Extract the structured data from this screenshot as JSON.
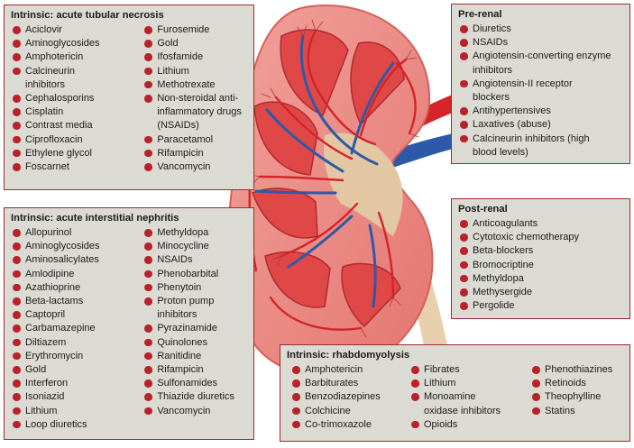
{
  "boxes": {
    "atn": {
      "title": "Intrinsic: acute tubular necrosis",
      "columns": [
        [
          "Aciclovir",
          "Aminoglycosides",
          "Amphotericin",
          "Calcineurin\ninhibitors",
          "Cephalosporins",
          "Cisplatin",
          "Contrast media",
          "Ciprofloxacin",
          "Ethylene glycol",
          "Foscarnet"
        ],
        [
          "Furosemide",
          "Gold",
          "Ifosfamide",
          "Lithium",
          "Methotrexate",
          "Non-steroidal anti-\ninflammatory drugs\n(NSAIDs)",
          "Paracetamol",
          "Rifampicin",
          "Vancomycin"
        ]
      ]
    },
    "ain": {
      "title": "Intrinsic: acute interstitial nephritis",
      "columns": [
        [
          "Allopurinol",
          "Aminoglycosides",
          "Aminosalicylates",
          "Amlodipine",
          "Azathioprine",
          "Beta-lactams",
          "Captopril",
          "Carbamazepine",
          "Diltiazem",
          "Erythromycin",
          "Gold",
          "Interferon",
          "Isoniazid",
          "Lithium",
          "Loop diuretics"
        ],
        [
          "Methyldopa",
          "Minocycline",
          "NSAIDs",
          "Phenobarbital",
          "Phenytoin",
          "Proton pump\ninhibitors",
          "Pyrazinamide",
          "Quinolones",
          "Ranitidine",
          "Rifampicin",
          "Sulfonamides",
          "Thiazide diuretics",
          "Vancomycin"
        ]
      ]
    },
    "prerenal": {
      "title": "Pre-renal",
      "columns": [
        [
          "Diuretics",
          "NSAIDs",
          "Angiotensin-converting enzyme\ninhibitors",
          "Angiotensin-II receptor\nblockers",
          "Antihypertensives",
          "Laxatives (abuse)",
          "Calcineurin inhibitors (high\nblood levels)"
        ]
      ]
    },
    "postrenal": {
      "title": "Post-renal",
      "columns": [
        [
          "Anticoagulants",
          "Cytotoxic chemotherapy",
          "Beta-blockers",
          "Bromocriptine",
          "Methyldopa",
          "Methysergide",
          "Pergolide"
        ]
      ]
    },
    "rhabdo": {
      "title": "Intrinsic: rhabdomyolysis",
      "columns": [
        [
          "Amphotericin",
          "Barbiturates",
          "Benzodiazepines",
          "Colchicine",
          "Co-trimoxazole"
        ],
        [
          "Fibrates",
          "Lithium",
          "Monoamine\noxidase inhibitors",
          "Opioids"
        ],
        [
          "Phenothiazines",
          "Retinoids",
          "Theophylline",
          "Statins"
        ]
      ]
    }
  },
  "colors": {
    "box_border": "#9b2b32",
    "box_fill": "#dcdbd3",
    "bullet": "#b8232b",
    "kidney_cortex": "#e8827d",
    "kidney_medulla": "#e04848",
    "artery": "#d42428",
    "vein": "#2c5aa8",
    "pelvis": "#e2c7a2"
  },
  "icons": [
    "kidney-illustration",
    "bullet-dot"
  ]
}
